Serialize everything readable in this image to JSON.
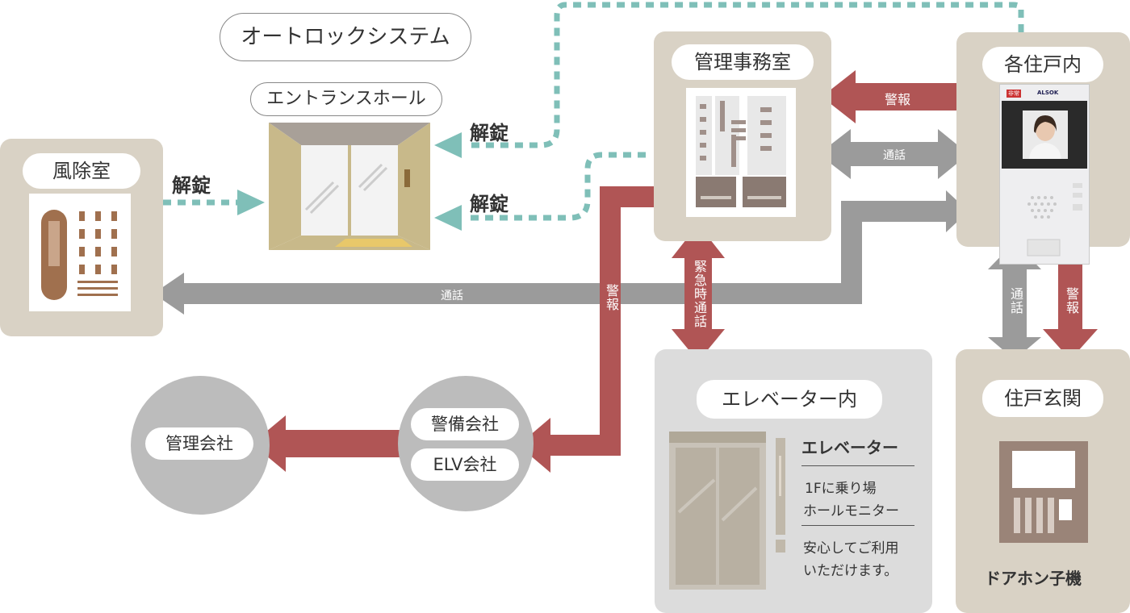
{
  "title": "オートロックシステム",
  "nodes": {
    "vestibule": "風除室",
    "entrance_hall": "エントランスホール",
    "management_office": "管理事務室",
    "each_unit": "各住戸内",
    "elevator_inside": "エレベーター内",
    "unit_entrance": "住戸玄関",
    "management_company": "管理会社",
    "security_company": "警備会社",
    "elv_company": "ELV会社",
    "door_phone": "ドアホン子機"
  },
  "labels": {
    "unlock_1": "解錠",
    "unlock_2": "解錠",
    "unlock_3": "解錠",
    "alarm_unit_to_office": "警報",
    "call_office_unit": "通話",
    "call_vestibule_unit": "通話",
    "alarm_office_down": "警報",
    "emergency_call": "緊急時通話",
    "call_unit_entrance": "通話",
    "alarm_unit_entrance": "警報"
  },
  "elevator_panel": {
    "heading": "エレベーター",
    "line1": "1Fに乗り場",
    "line2": "ホールモニター",
    "line3": "安心してご利用",
    "line4": "いただけます。"
  },
  "monitor": {
    "badge": "非常",
    "brand": "ALSOK"
  },
  "colors": {
    "teal": "#7fbfb8",
    "red": "#b05555",
    "gray_arrow": "#9b9b9b",
    "box": "#d9d2c5"
  }
}
